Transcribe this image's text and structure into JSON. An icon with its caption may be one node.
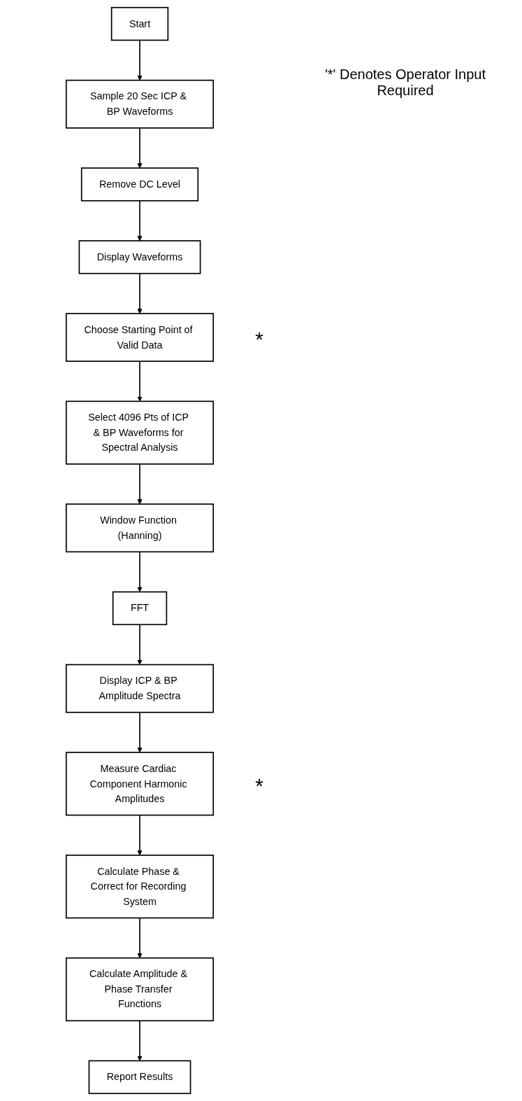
{
  "diagram": {
    "nodes": [
      {
        "text": [
          "Start"
        ]
      },
      {
        "text": [
          "Sample 20 Sec ICP & BP Waveforms"
        ]
      },
      {
        "text": [
          "Remove DC Level"
        ]
      },
      {
        "text": [
          "Display Waveforms"
        ]
      },
      {
        "text": [
          "Choose Starting Point of Valid Data"
        ],
        "beside": [
          "*"
        ]
      },
      {
        "text": [
          "Select 4096 Pts of ICP & BP Waveforms for Spectral Analysis"
        ]
      },
      {
        "text": [
          "Window Function (Hanning)"
        ]
      },
      {
        "text": [
          "FFT"
        ]
      },
      {
        "text": [
          "Display ICP & BP Amplitude Spectra"
        ]
      },
      {
        "text": [
          "Measure Cardiac Component Harmonic Amplitudes"
        ],
        "beside": [
          "*"
        ]
      },
      {
        "text": [
          "Calculate Phase & Correct for Recording System"
        ]
      },
      {
        "text": [
          "Calculate Amplitude & Phase Transfer Functions"
        ]
      },
      {
        "text": [
          "Report Results"
        ]
      }
    ],
    "edges": [
      {
        "from": 0,
        "to": 1,
        "arrow": "to"
      },
      {
        "from": 1,
        "to": 2,
        "arrow": "to"
      },
      {
        "from": 2,
        "to": 3,
        "arrow": "to"
      },
      {
        "from": 3,
        "to": 4,
        "arrow": "to"
      },
      {
        "from": 4,
        "to": 5,
        "arrow": "to"
      },
      {
        "from": 5,
        "to": 6,
        "arrow": "to"
      },
      {
        "from": 6,
        "to": 7,
        "arrow": "to"
      },
      {
        "from": 7,
        "to": 8,
        "arrow": "to"
      },
      {
        "from": 8,
        "to": 9,
        "arrow": "to"
      },
      {
        "from": 9,
        "to": 10,
        "arrow": "to"
      },
      {
        "from": 10,
        "to": 11,
        "arrow": "to"
      },
      {
        "from": 11,
        "to": 12,
        "arrow": "to"
      }
    ],
    "labels": [
      "'*' Denotes Operator Input Required"
    ]
  }
}
